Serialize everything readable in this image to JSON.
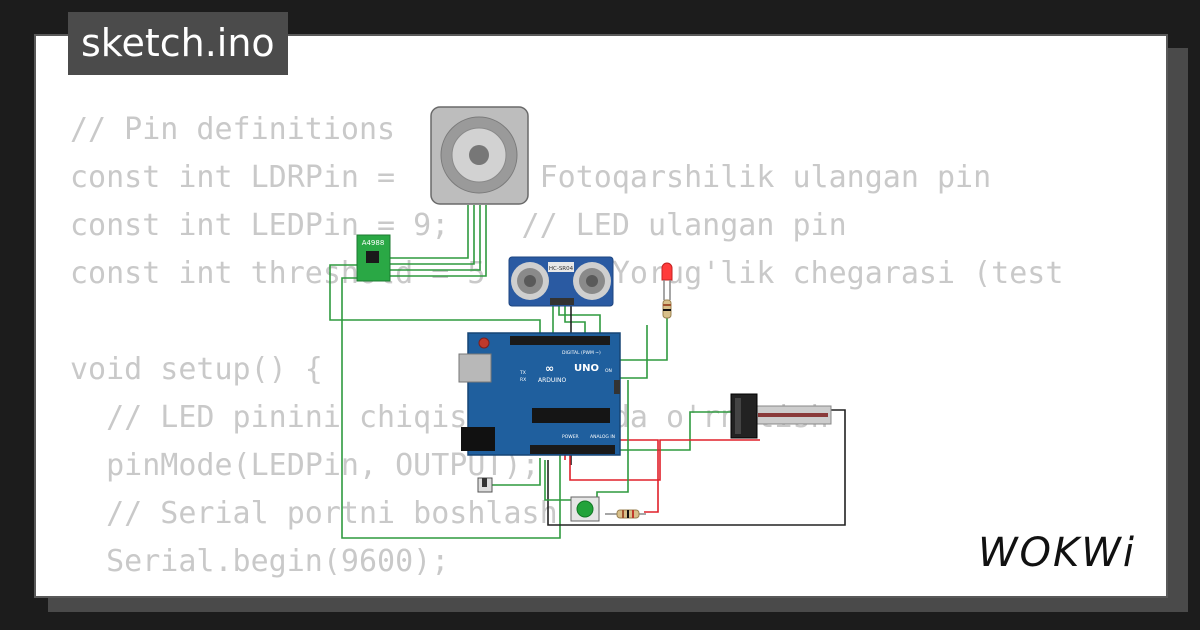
{
  "tab": {
    "filename": "sketch.ino"
  },
  "editor": {
    "lines": [
      "// Pin definitions",
      "const int LDRPin =     // Fotoqarshilik ulangan pin",
      "const int LEDPin = 9;    // LED ulangan pin",
      "const int threshold = 5    // Yorug'lik chegarasi (test",
      "",
      "void setup() {",
      "  // LED pinini chiqish sifatida o'rnatish",
      "  pinMode(LEDPin, OUTPUT);",
      "  // Serial portni boshlash",
      "  Serial.begin(9600);",
      "}"
    ]
  },
  "circuit": {
    "driver_label": "A4988",
    "sensor_label": "HC-SR04",
    "board_label": "UNO",
    "board_brand": "ARDUINO",
    "digital_label": "DIGITAL (PWM ~)",
    "power_label": "POWER",
    "analog_label": "ANALOG IN",
    "on_label": "ON",
    "tx_label": "TX",
    "rx_label": "RX"
  },
  "colors": {
    "wire_green": "#2f9a3f",
    "wire_red": "#e0202a",
    "wire_black": "#222222",
    "board_blue": "#1f5f9e",
    "button_green": "#22a33a",
    "led_red": "#ff3b3b"
  },
  "branding": {
    "logo_text": "WOKWi"
  }
}
